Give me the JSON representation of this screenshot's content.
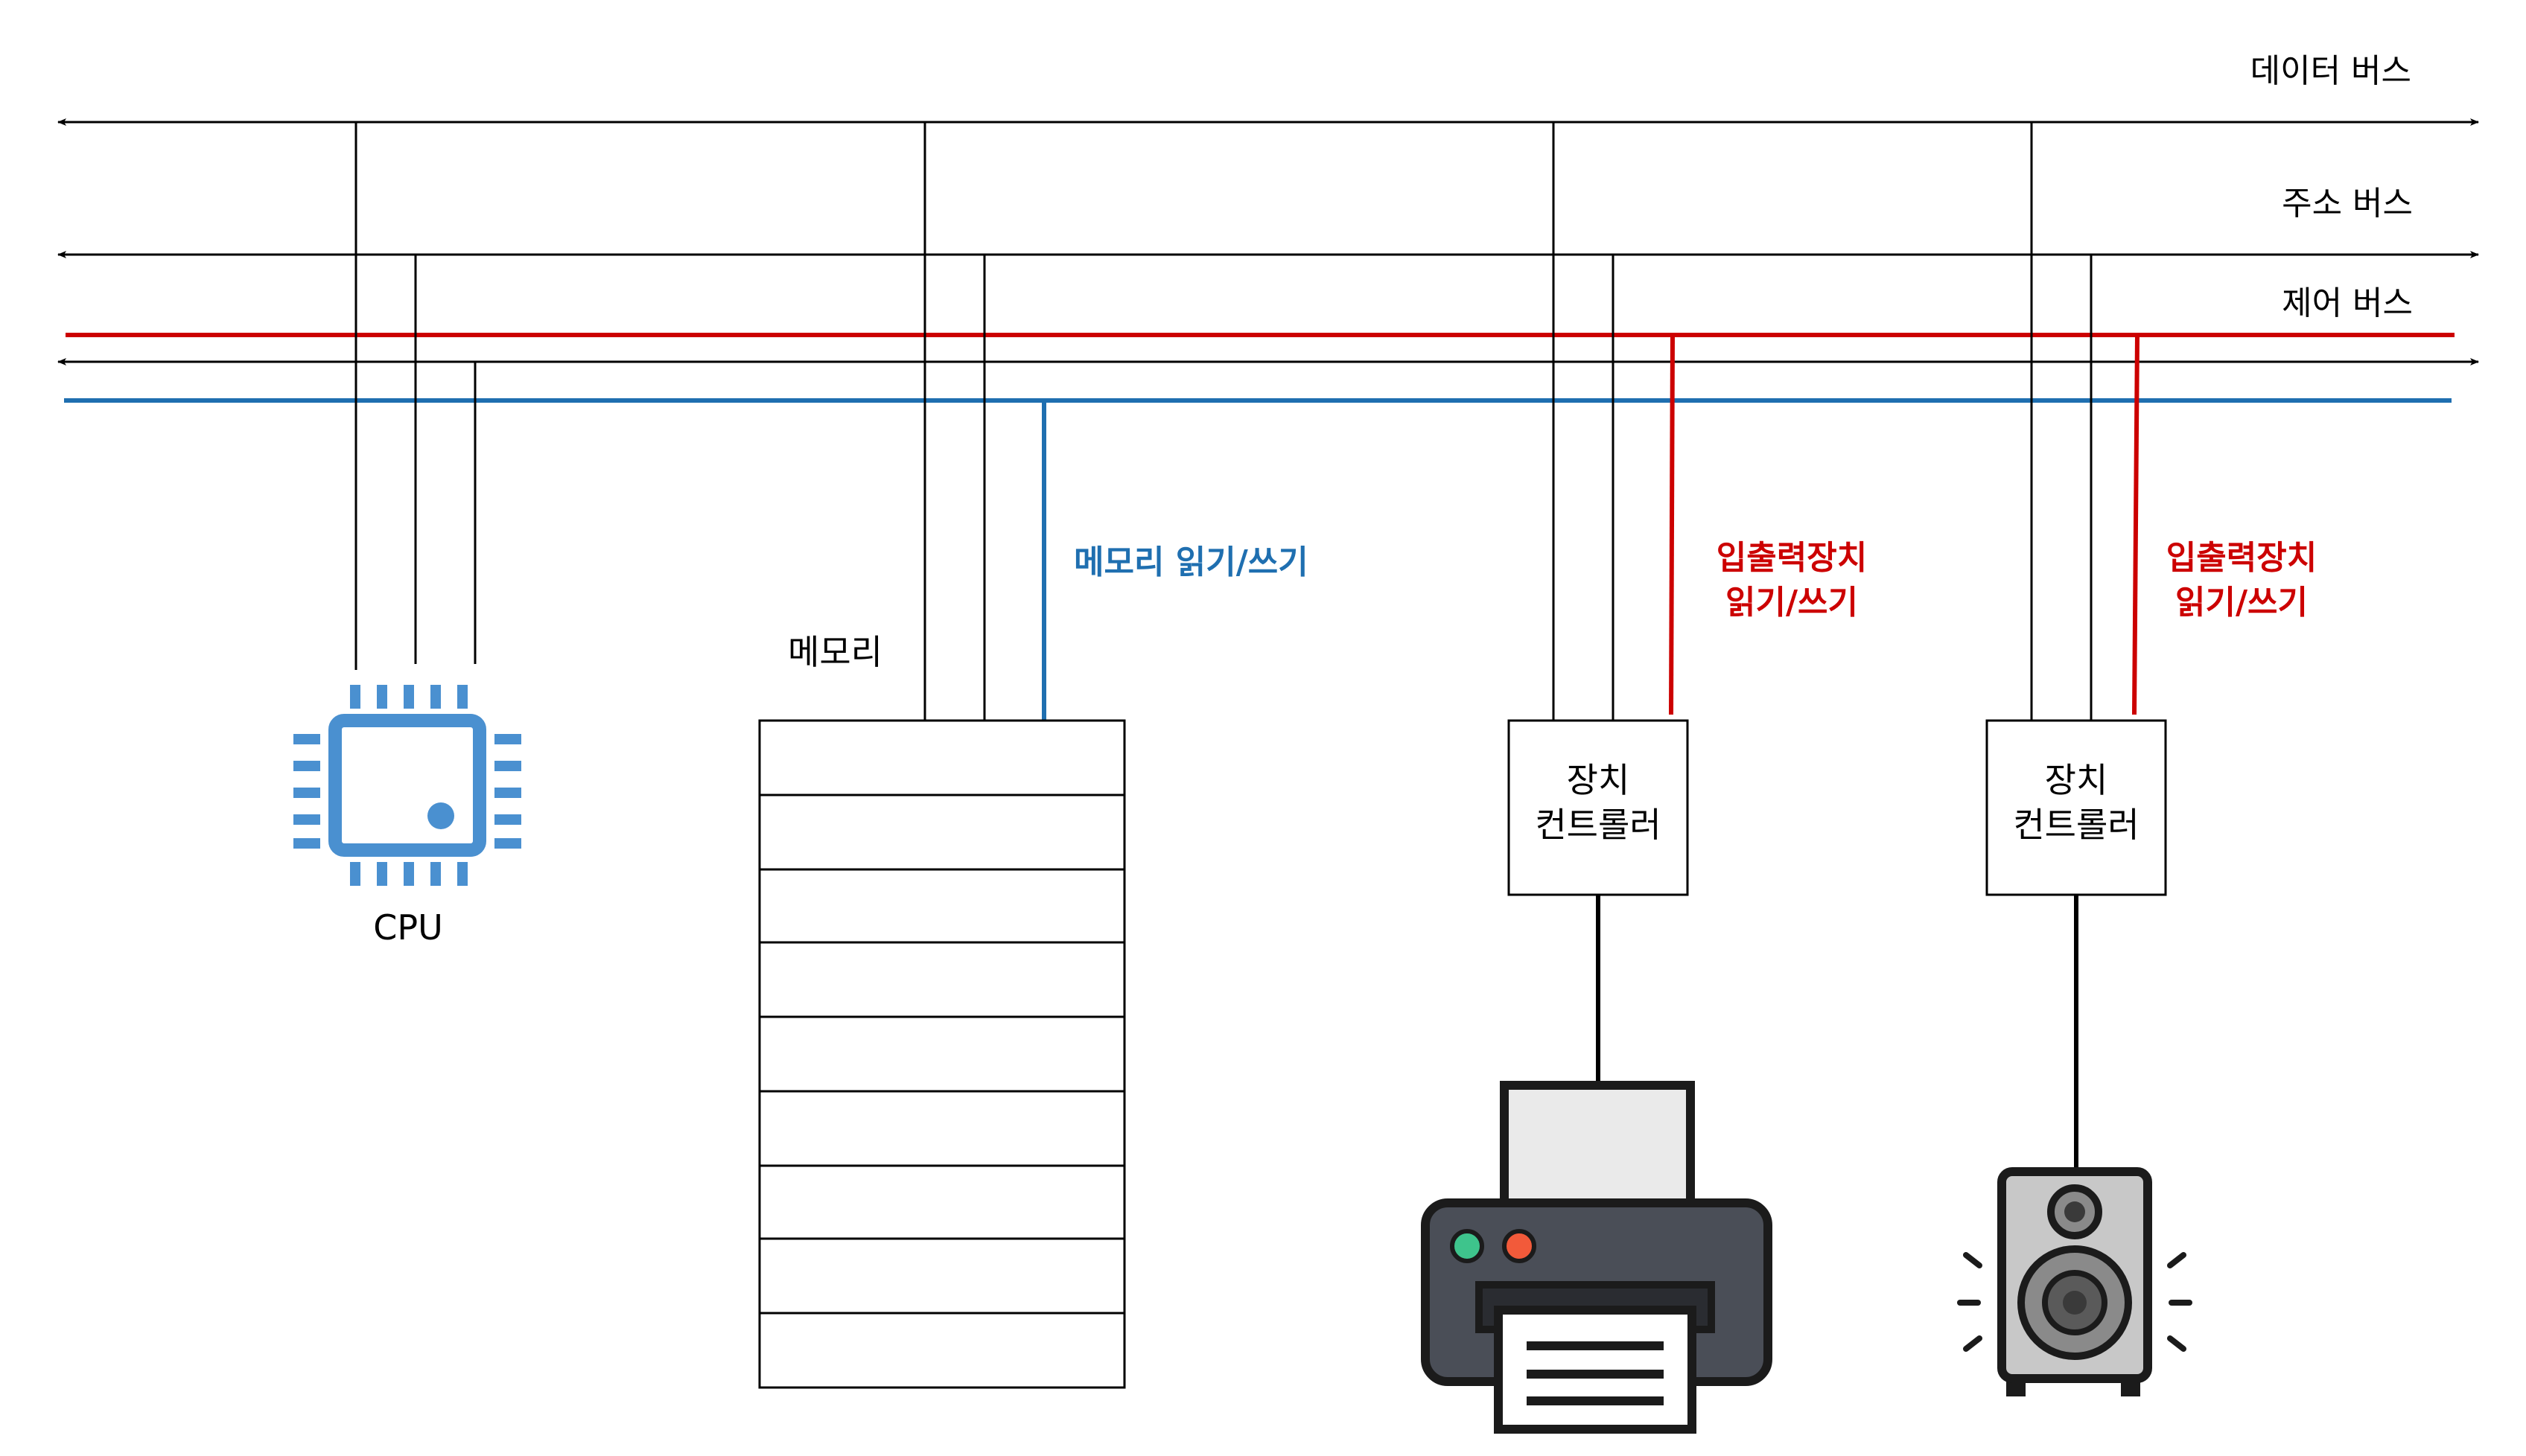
{
  "buses": {
    "data_bus_label": "데이터 버스",
    "address_bus_label": "주소 버스",
    "control_bus_label": "제어 버스"
  },
  "cpu": {
    "label": "CPU",
    "icon": "cpu-chip-icon"
  },
  "memory": {
    "label": "메모리",
    "read_write_label": "메모리 읽기/쓰기",
    "cells": 9
  },
  "io_devices": [
    {
      "rw_label_line1": "입출력장치",
      "rw_label_line2": "읽기/쓰기",
      "controller_line1": "장치",
      "controller_line2": "컨트롤러",
      "device_icon": "printer-icon"
    },
    {
      "rw_label_line1": "입출력장치",
      "rw_label_line2": "읽기/쓰기",
      "controller_line1": "장치",
      "controller_line2": "컨트롤러",
      "device_icon": "speaker-icon"
    }
  ],
  "colors": {
    "line": "#000000",
    "io_rw": "#cc0000",
    "mem_rw": "#1f6fb0",
    "cpu_icon": "#4a90d0",
    "printer_dark": "#4a4e57",
    "speaker_body": "#c8c8c8"
  }
}
